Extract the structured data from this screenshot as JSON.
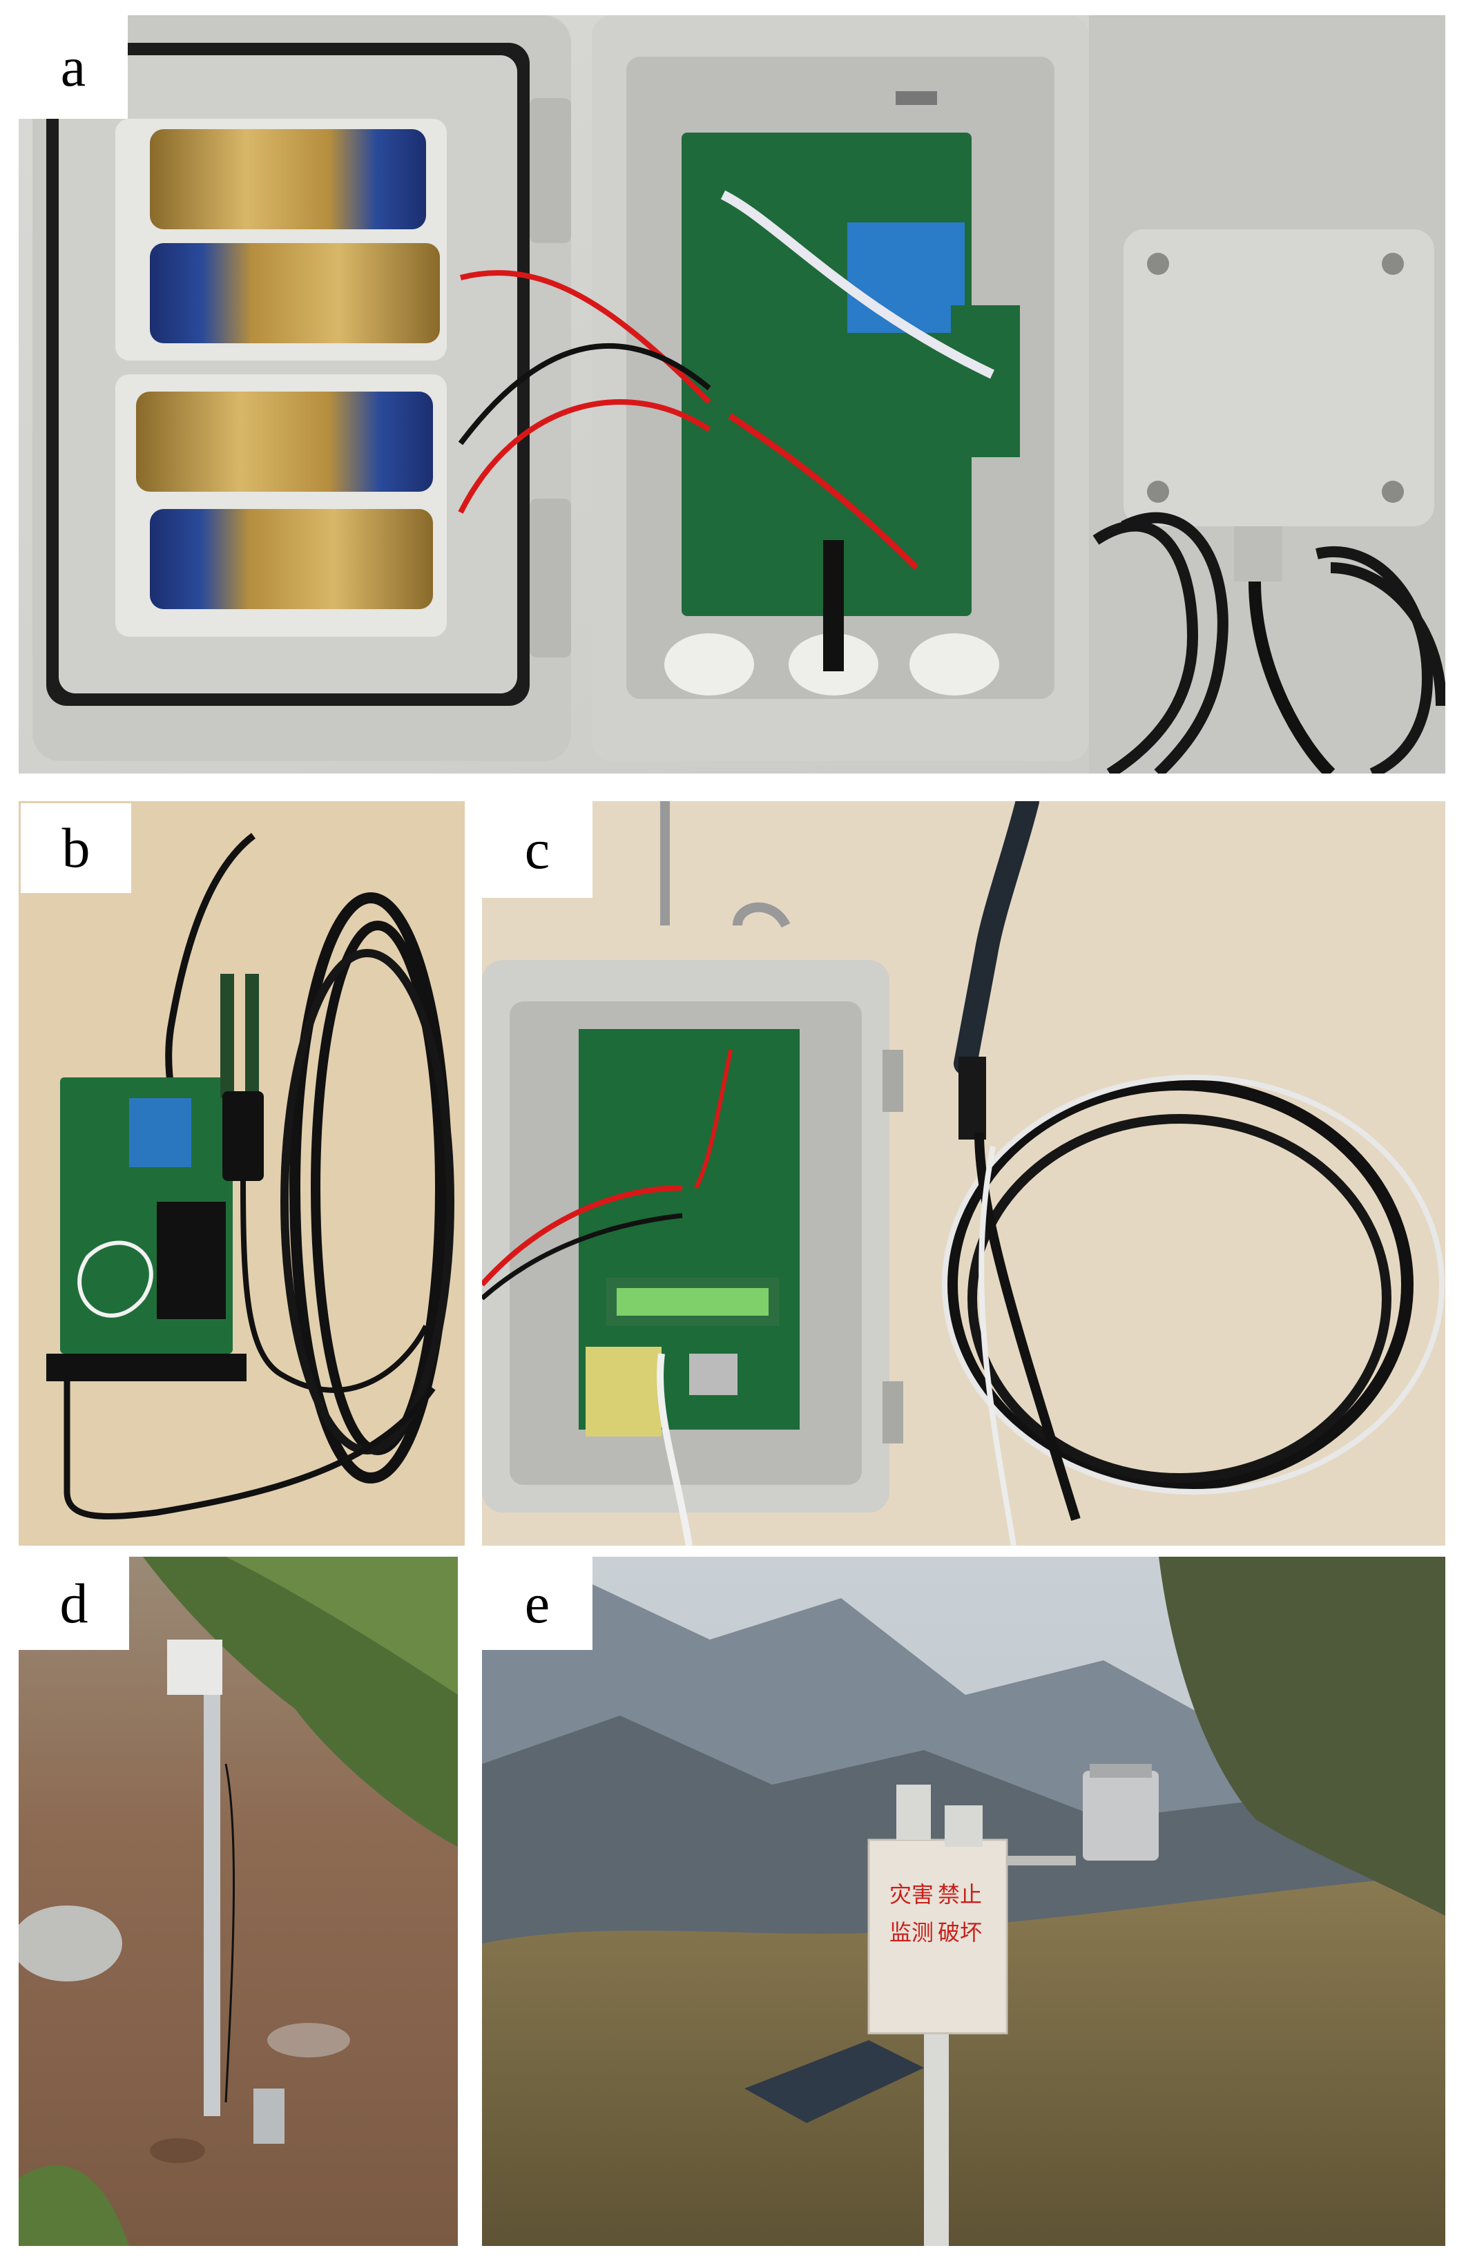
{
  "figure": {
    "panels": [
      {
        "id": "a",
        "label": "a"
      },
      {
        "id": "b",
        "label": "b"
      },
      {
        "id": "c",
        "label": "c"
      },
      {
        "id": "d",
        "label": "d"
      },
      {
        "id": "e",
        "label": "e"
      }
    ],
    "sign_text": {
      "line1_right": "禁止",
      "line1_left": "灾害",
      "line2_right": "破坏",
      "line2_left": "监测"
    },
    "colors": {
      "background": "#ffffff",
      "label_bg": "#ffffff",
      "label_text": "#000000",
      "sign_text": "#c8201a"
    }
  }
}
